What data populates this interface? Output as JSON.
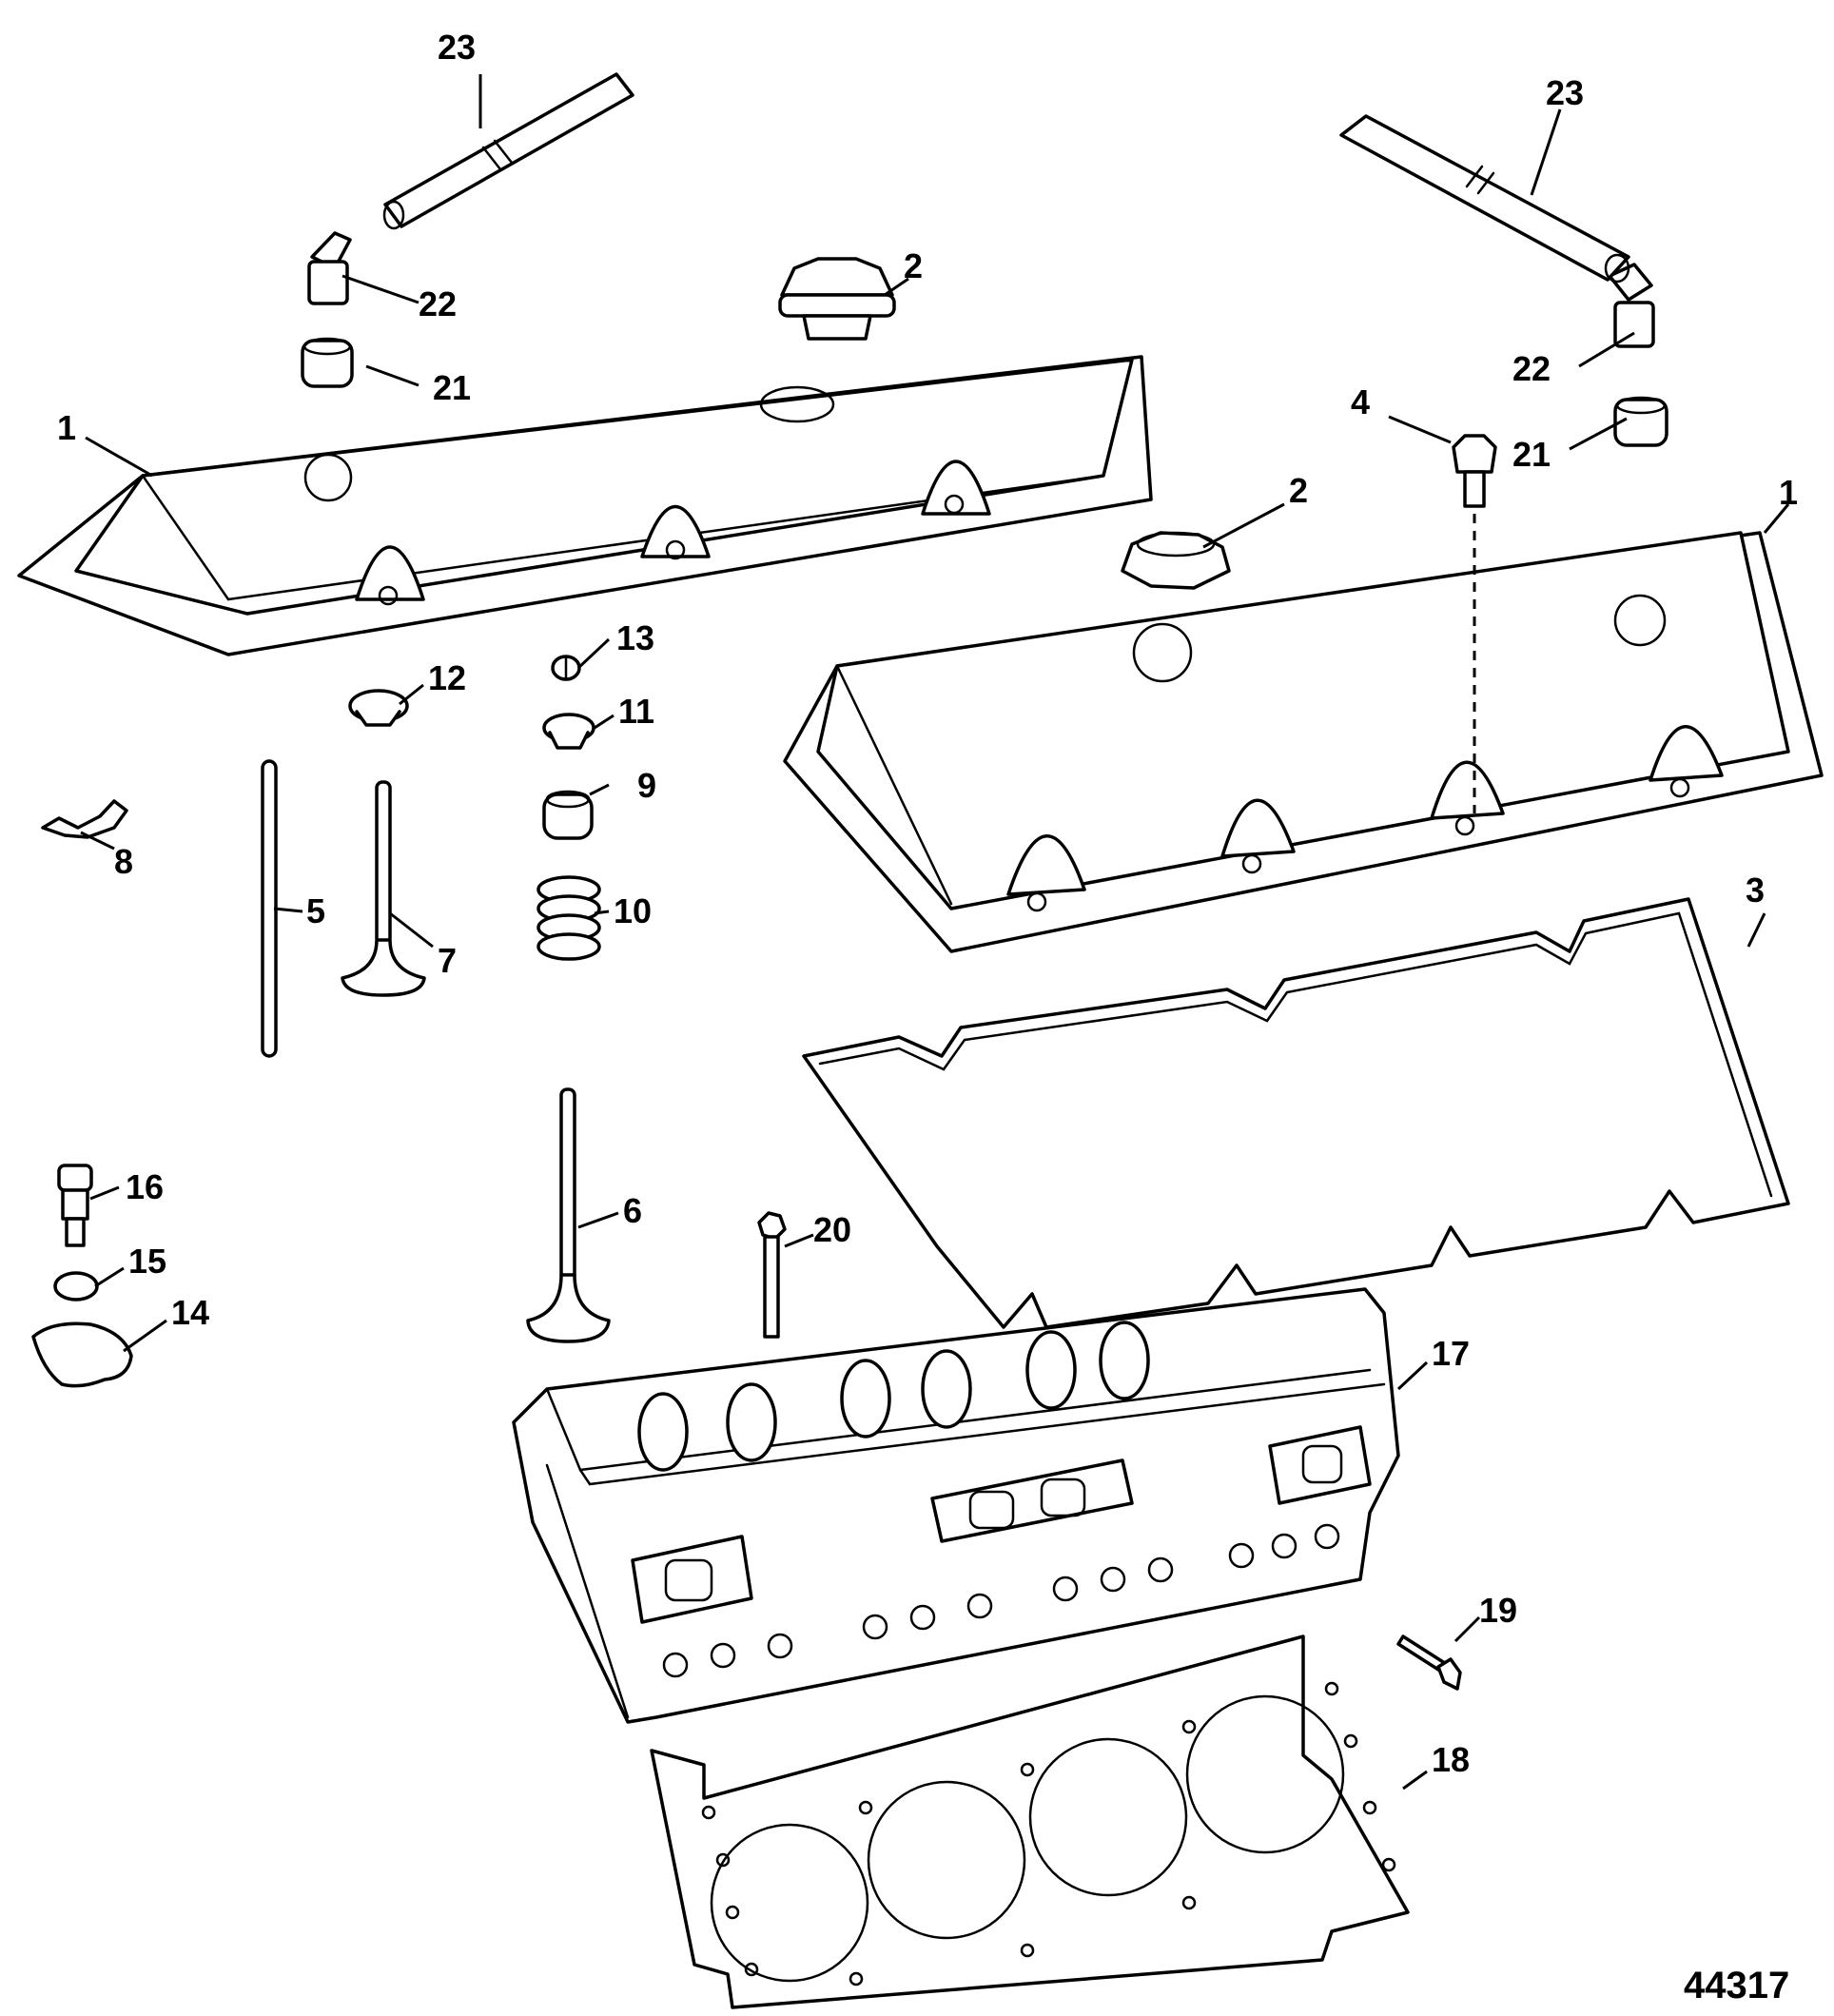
{
  "figure_number": "44317",
  "callouts": {
    "c1_left": "1",
    "c1_right": "1",
    "c2_left": "2",
    "c2_right": "2",
    "c3": "3",
    "c4": "4",
    "c5": "5",
    "c6": "6",
    "c7": "7",
    "c8": "8",
    "c9": "9",
    "c10": "10",
    "c11": "11",
    "c12": "12",
    "c13": "13",
    "c14": "14",
    "c15": "15",
    "c16": "16",
    "c17": "17",
    "c18": "18",
    "c19": "19",
    "c20": "20",
    "c21_left": "21",
    "c21_right": "21",
    "c22_left": "22",
    "c22_right": "22",
    "c23_left": "23",
    "c23_right": "23"
  }
}
